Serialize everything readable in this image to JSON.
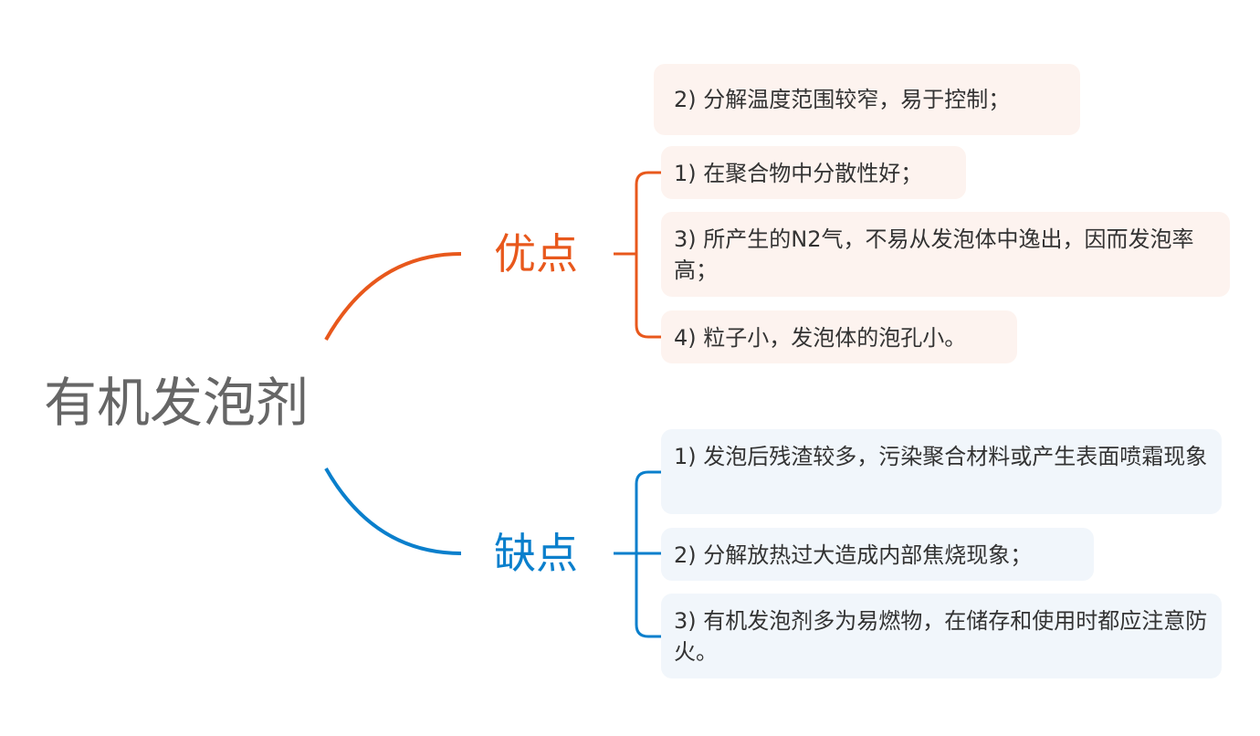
{
  "root": {
    "label": "有机发泡剂"
  },
  "branches": [
    {
      "label": "优点",
      "color": "#e8581c",
      "items": [
        "2) 分解温度范围较窄，易于控制；",
        "1) 在聚合物中分散性好；",
        "3) 所产生的N2气，不易从发泡体中逸出，因而发泡率高；",
        "4) 粒子小，发泡体的泡孔小。"
      ]
    },
    {
      "label": "缺点",
      "color": "#0a7fcc",
      "items": [
        "1) 发泡后残渣较多，污染聚合材料或产生表面喷霜现象",
        "2) 分解放热过大造成内部焦烧现象；",
        "3) 有机发泡剂多为易燃物，在储存和使用时都应注意防火。"
      ]
    }
  ]
}
